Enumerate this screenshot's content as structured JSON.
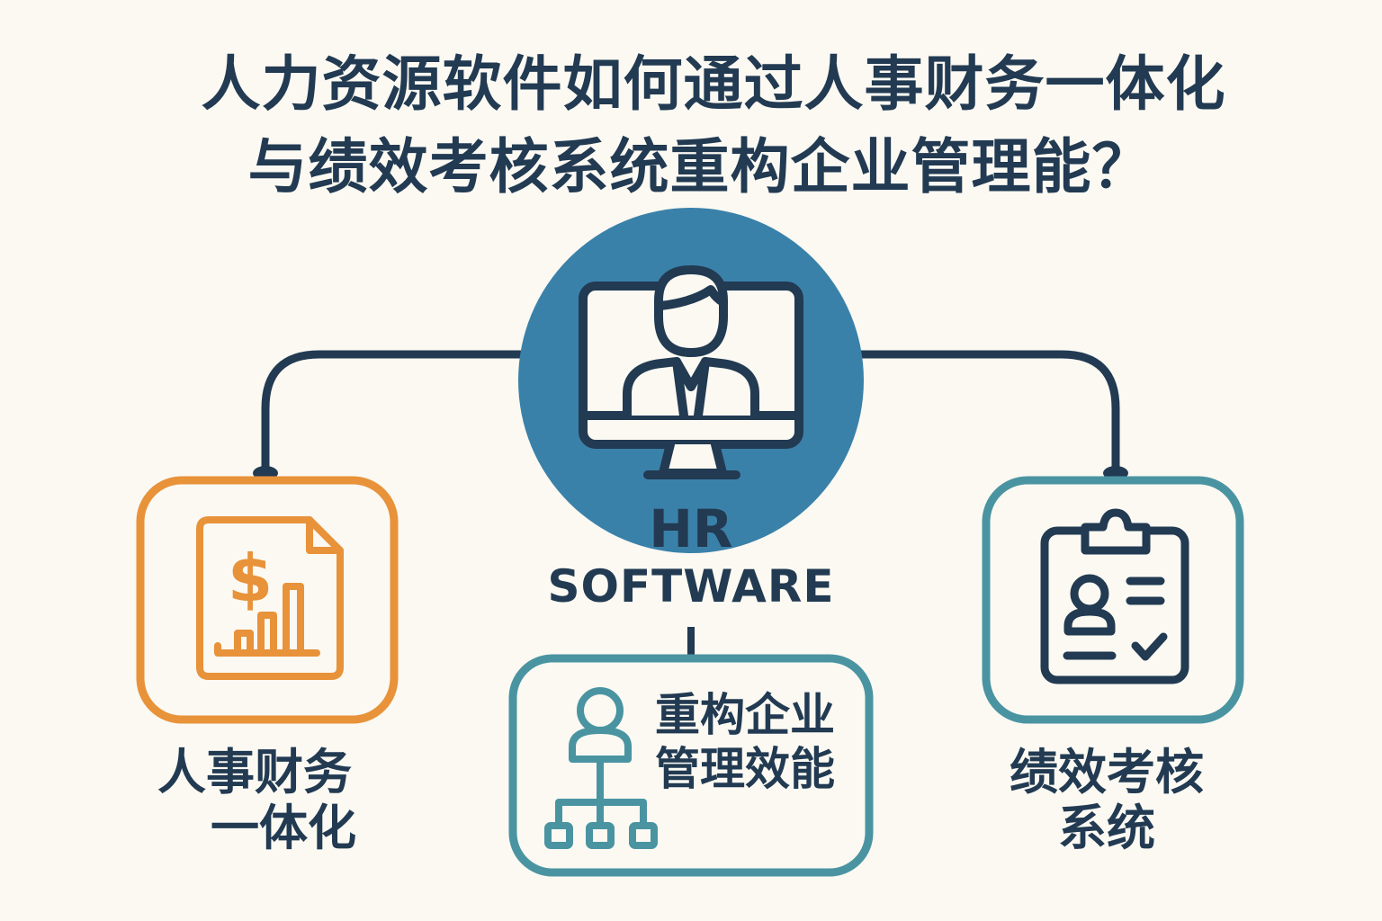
{
  "title": {
    "line1": "人力资源软件如何通过人事财务一体化",
    "line2": "与绩效考核系统重构企业管理能？"
  },
  "center_node": {
    "icon": "computer-user-icon",
    "label_line1": "HR",
    "label_line2": "SOFTWARE",
    "color": "#3a81aa"
  },
  "nodes": [
    {
      "id": "finance",
      "icon": "financial-report-icon",
      "label_line1": "人事财务",
      "label_line2": "一体化",
      "border_color": "#e8923a"
    },
    {
      "id": "efficiency",
      "icon": "org-chart-icon",
      "label_line1": "重构企业",
      "label_line2": "管理效能",
      "border_color": "#4a94a2"
    },
    {
      "id": "performance",
      "icon": "clipboard-check-icon",
      "label_line1": "绩效考核",
      "label_line2": "系统",
      "border_color": "#4a94a2"
    }
  ],
  "colors": {
    "background": "#fbf9f2",
    "text": "#223a52",
    "connector": "#223a52"
  }
}
